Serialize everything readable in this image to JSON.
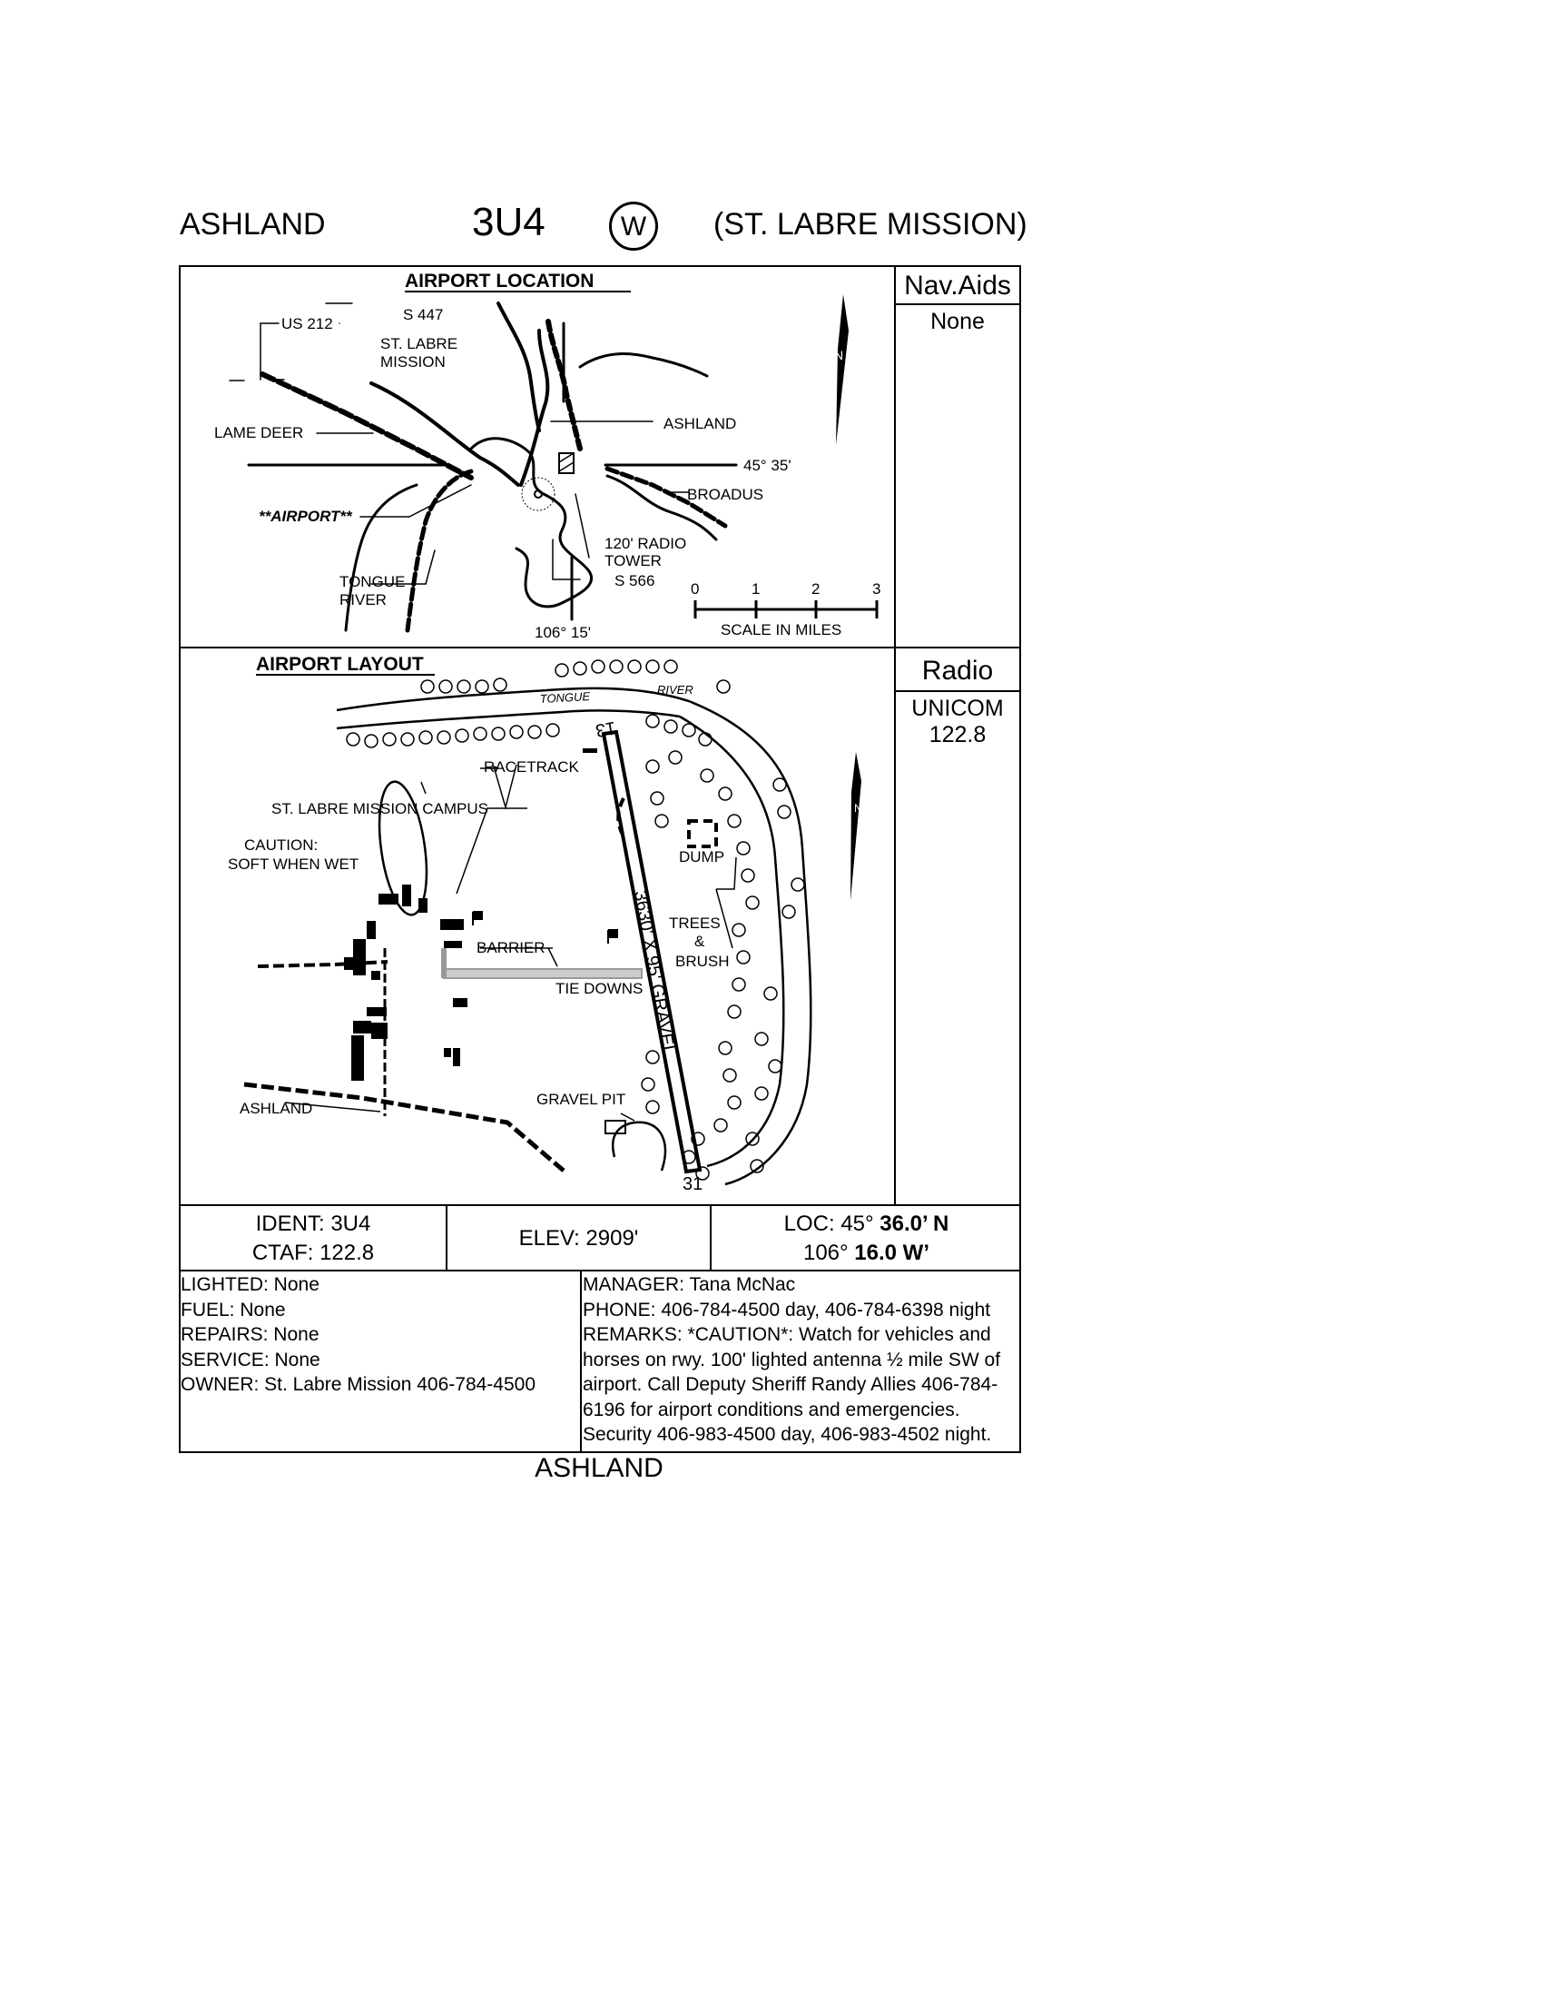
{
  "header": {
    "city": "ASHLAND",
    "ident": "3U4",
    "w_badge": "W",
    "airport_name": "(ST. LABRE MISSION)"
  },
  "location": {
    "title": "AIRPORT LOCATION",
    "labels": {
      "s447": "S 447",
      "us212": "US 212",
      "st_labre": "ST. LABRE",
      "mission": "MISSION",
      "ashland": "ASHLAND",
      "lame_deer": "LAME DEER",
      "lat": "45° 35'",
      "broadus": "BROADUS",
      "airport": "**AIRPORT**",
      "radio_tower_1": "120' RADIO",
      "radio_tower_2": "TOWER",
      "s566": "S 566",
      "tongue_1": "TONGUE",
      "tongue_2": "RIVER",
      "lon": "106° 15'",
      "scale_0": "0",
      "scale_1": "1",
      "scale_2": "2",
      "scale_3": "3",
      "scale_label": "SCALE IN MILES",
      "north": "N"
    }
  },
  "layout": {
    "title": "AIRPORT LAYOUT",
    "labels": {
      "tongue": "TONGUE",
      "river": "RIVER",
      "racetrack": "RACETRACK",
      "campus": "ST. LABRE MISSION CAMPUS",
      "caution_1": "CAUTION:",
      "caution_2": "SOFT WHEN WET",
      "dump": "DUMP",
      "trees": "TREES",
      "amp": "&",
      "brush": "BRUSH",
      "barrier": "BARRIER",
      "tie_downs": "TIE DOWNS",
      "runway": "3630' X 95' GRAVEL",
      "rwy_13": "13",
      "rwy_31": "31",
      "ashland": "ASHLAND",
      "gravel_pit": "GRAVEL PIT",
      "north": "N"
    }
  },
  "side": {
    "navaids_title": "Nav.Aids",
    "navaids_value": "None",
    "radio_title": "Radio",
    "unicom_label": "UNICOM",
    "unicom_freq": "122.8"
  },
  "info": {
    "ident": "IDENT: 3U4",
    "ctaf": "CTAF: 122.8",
    "elev": "ELEV: 2909'",
    "loc_prefix_1": "LOC: 45°",
    "loc_bold_1": "36.0’ N",
    "loc_prefix_2": "106°",
    "loc_bold_2": "16.0 W’"
  },
  "details_left": [
    "LIGHTED: None",
    "FUEL: None",
    "REPAIRS: None",
    "SERVICE: None",
    "OWNER: St. Labre Mission 406-784-4500"
  ],
  "details_right": {
    "manager": "MANAGER: Tana McNac",
    "phone": "PHONE: 406-784-4500  day, 406-784-6398 night",
    "remarks": "REMARKS: *CAUTION*: Watch for vehicles and horses on rwy. 100' lighted antenna ½ mile SW of airport. Call Deputy Sheriff Randy Allies 406-784-6196 for airport conditions and emergencies. Security 406-983-4500 day, 406-983-4502 night."
  },
  "footer": "ASHLAND"
}
